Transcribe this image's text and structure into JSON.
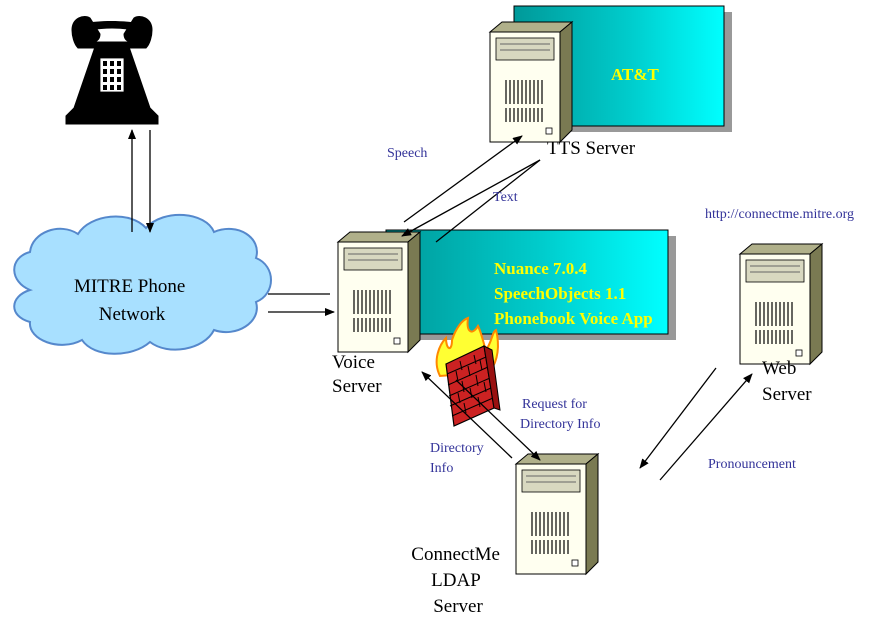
{
  "tts_box": {
    "label": "AT&T"
  },
  "voice_box": {
    "lines": [
      "Nuance 7.0.4",
      "SpeechObjects 1.1",
      "Phonebook Voice App"
    ]
  },
  "cloud": {
    "lines": [
      "MITRE Phone",
      "Network"
    ]
  },
  "servers": {
    "tts": {
      "lines": [
        "TTS Server"
      ]
    },
    "voice": {
      "lines": [
        "Voice",
        "Server"
      ]
    },
    "web": {
      "lines": [
        "Web",
        "Server"
      ]
    },
    "ldap": {
      "lines": [
        "ConnectMe",
        "LDAP",
        "Server"
      ]
    }
  },
  "flows": {
    "speech": "Speech",
    "text": "Text",
    "url": "http://connectme.mitre.org",
    "request": [
      "Request for",
      "Directory Info"
    ],
    "directory": [
      "Directory",
      "Info"
    ],
    "pronouncement": "Pronouncement"
  },
  "colors": {
    "teal_light": "#00ffff",
    "teal_dark": "#009999",
    "cloud_fill": "#a8e0ff",
    "cloud_stroke": "#5588cc",
    "label_blue": "#333399",
    "label_yellow": "#ffff00",
    "server_front": "#fffff0",
    "server_side": "#7a7a52",
    "server_top": "#b0b08a"
  },
  "icons": {
    "phone": "telephone-icon",
    "firewall": "firewall-icon",
    "server": "server-tower-icon"
  }
}
